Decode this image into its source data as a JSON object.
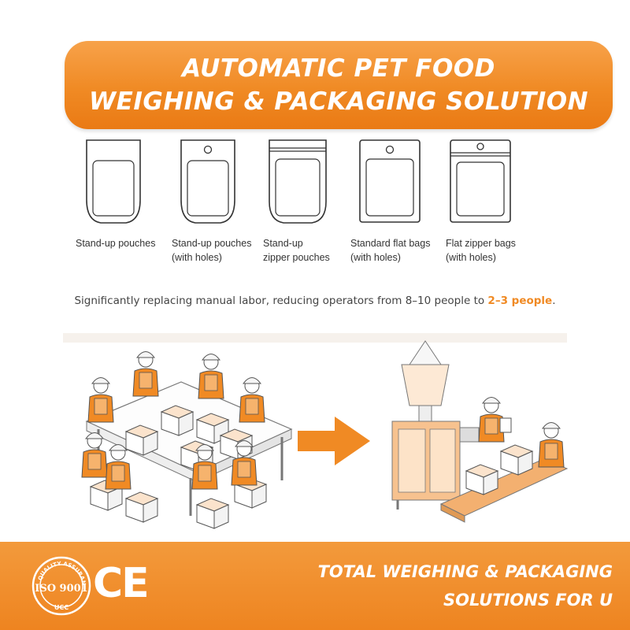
{
  "header": {
    "title_line1": "AUTOMATIC PET FOOD",
    "title_line2": "WEIGHING & PACKAGING SOLUTION"
  },
  "bags": [
    {
      "icon": "stand-up-pouch-icon",
      "label_line1": "Stand-up pouches",
      "label_line2": ""
    },
    {
      "icon": "stand-up-pouch-with-hole-icon",
      "label_line1": "Stand-up pouches",
      "label_line2": "(with holes)"
    },
    {
      "icon": "stand-up-zipper-pouch-icon",
      "label_line1": "Stand-up",
      "label_line2": "zipper pouches"
    },
    {
      "icon": "flat-bag-with-hole-icon",
      "label_line1": "Standard flat bags",
      "label_line2": "(with holes)"
    },
    {
      "icon": "flat-zipper-bag-icon",
      "label_line1": "Flat zipper bags",
      "label_line2": "(with holes)"
    }
  ],
  "tagline": {
    "text": "Significantly replacing manual labor, reducing operators from 8–10 people to ",
    "highlight": "2–3 people",
    "end": "."
  },
  "illustration": {
    "left_icon": "manual-packing-workers-icon",
    "arrow_icon": "arrow-right-icon",
    "right_icon": "automatic-packaging-machine-icon"
  },
  "footer": {
    "cert_iso": "ISO 9001",
    "cert_iso_ring": "QUALITY ASSURANCE",
    "cert_ucc": "UCC",
    "cert_ce": "CE",
    "slogan_line1": "TOTAL WEIGHING & PACKAGING",
    "slogan_line2": "SOLUTIONS FOR U"
  },
  "colors": {
    "accent": "#f08a24",
    "footer": "#ee8420",
    "text": "#333333"
  }
}
